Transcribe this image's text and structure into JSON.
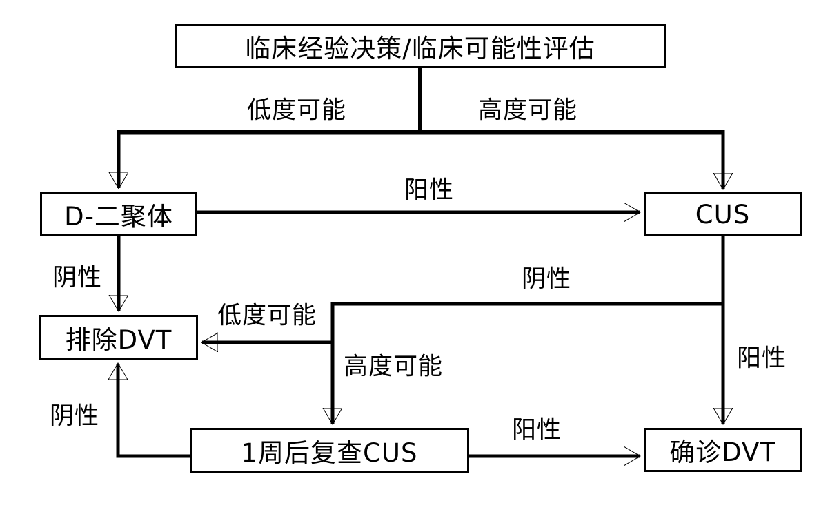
{
  "diagram_type": "flowchart",
  "nodes": {
    "assessment": {
      "label": "临床经验决策/临床可能性评估"
    },
    "d_dimer": {
      "label": "D-二聚体"
    },
    "cus": {
      "label": "CUS"
    },
    "exclude_dvt": {
      "label": "排除DVT"
    },
    "recheck_cus": {
      "label": "1周后复查CUS"
    },
    "confirm_dvt": {
      "label": "确诊DVT"
    }
  },
  "edge_labels": {
    "top_low_probability": "低度可能",
    "top_high_probability": "高度可能",
    "ddimer_to_cus_positive": "阳性",
    "ddimer_to_exclude_negative": "阴性",
    "cus_negative": "阴性",
    "cus_positive": "阳性",
    "branch_low_probability": "低度可能",
    "branch_high_probability": "高度可能",
    "recheck_positive": "阳性",
    "recheck_negative": "阴性"
  },
  "edges": [
    {
      "from": "assessment",
      "to": "d_dimer",
      "label": "低度可能"
    },
    {
      "from": "assessment",
      "to": "cus",
      "label": "高度可能"
    },
    {
      "from": "d_dimer",
      "to": "cus",
      "label": "阳性"
    },
    {
      "from": "d_dimer",
      "to": "exclude_dvt",
      "label": "阴性"
    },
    {
      "from": "cus",
      "to": "confirm_dvt",
      "label": "阳性"
    },
    {
      "from": "cus",
      "to": "exclude_dvt",
      "label": "阴性, 低度可能"
    },
    {
      "from": "cus",
      "to": "recheck_cus",
      "label": "阴性, 高度可能"
    },
    {
      "from": "recheck_cus",
      "to": "confirm_dvt",
      "label": "阳性"
    },
    {
      "from": "recheck_cus",
      "to": "exclude_dvt",
      "label": "阴性"
    }
  ],
  "colors": {
    "line": "#000000",
    "text": "#000000",
    "box_fill": "#ffffff",
    "background": "#ffffff"
  }
}
